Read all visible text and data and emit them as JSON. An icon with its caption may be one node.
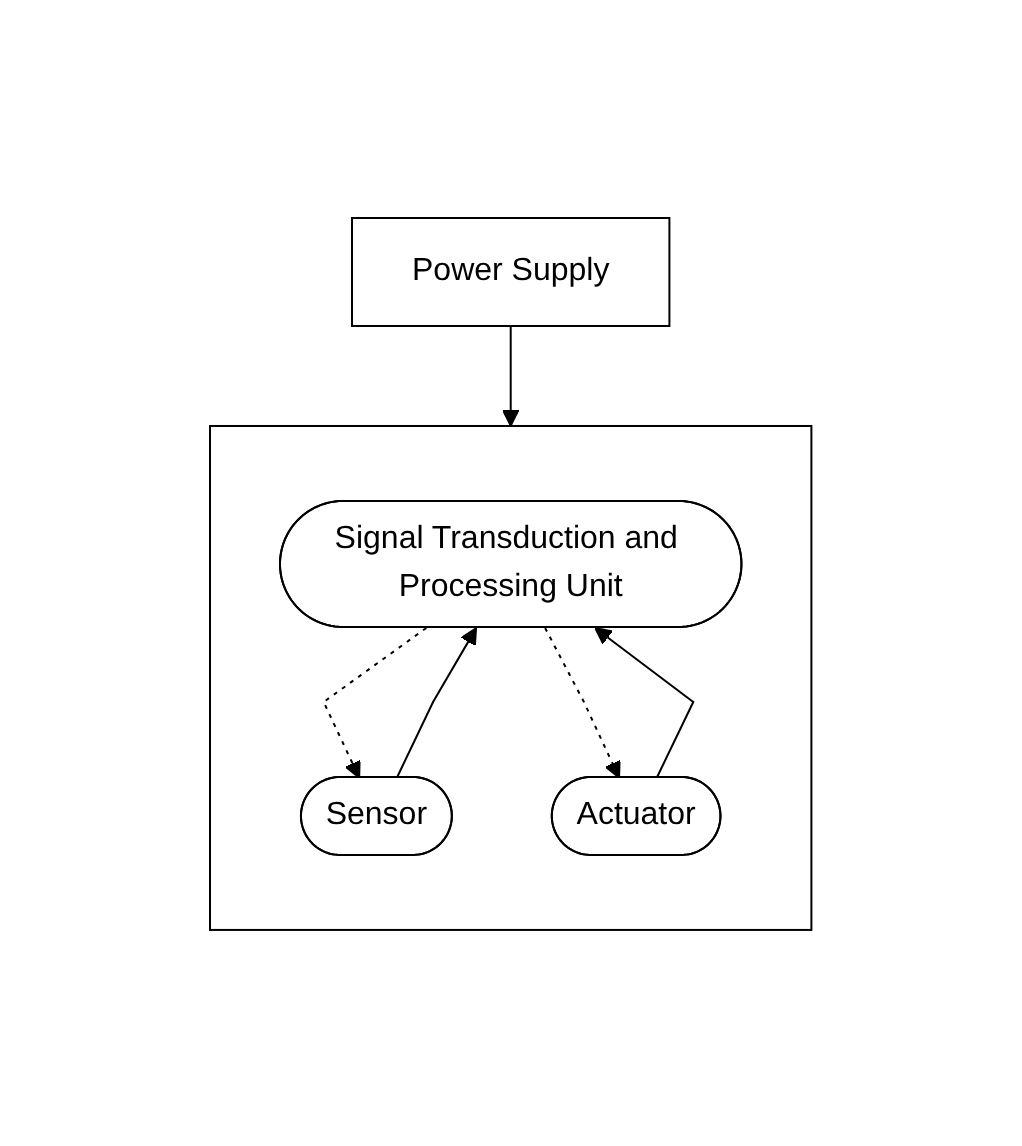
{
  "diagram": {
    "nodes": [
      {
        "text": [
          "Power Supply"
        ]
      },
      {
        "text": [],
        "shape": "box"
      },
      {
        "text": [
          "Signal Transduction and Processing Unit"
        ],
        "in": 1
      },
      {
        "text": [
          "Sensor"
        ],
        "in": 1
      },
      {
        "text": [
          "Actuator"
        ],
        "in": 1
      }
    ],
    "edges": [
      {
        "from": 0,
        "to": 1,
        "arrow": "to"
      },
      {
        "from": 3,
        "to": 2,
        "arrow": "to"
      },
      {
        "from": 2,
        "to": 3,
        "arrow": "to",
        "style": "dashed"
      },
      {
        "from": 2,
        "to": 4,
        "arrow": "to",
        "style": "dashed"
      },
      {
        "from": 4,
        "to": 2,
        "arrow": "to"
      }
    ]
  }
}
